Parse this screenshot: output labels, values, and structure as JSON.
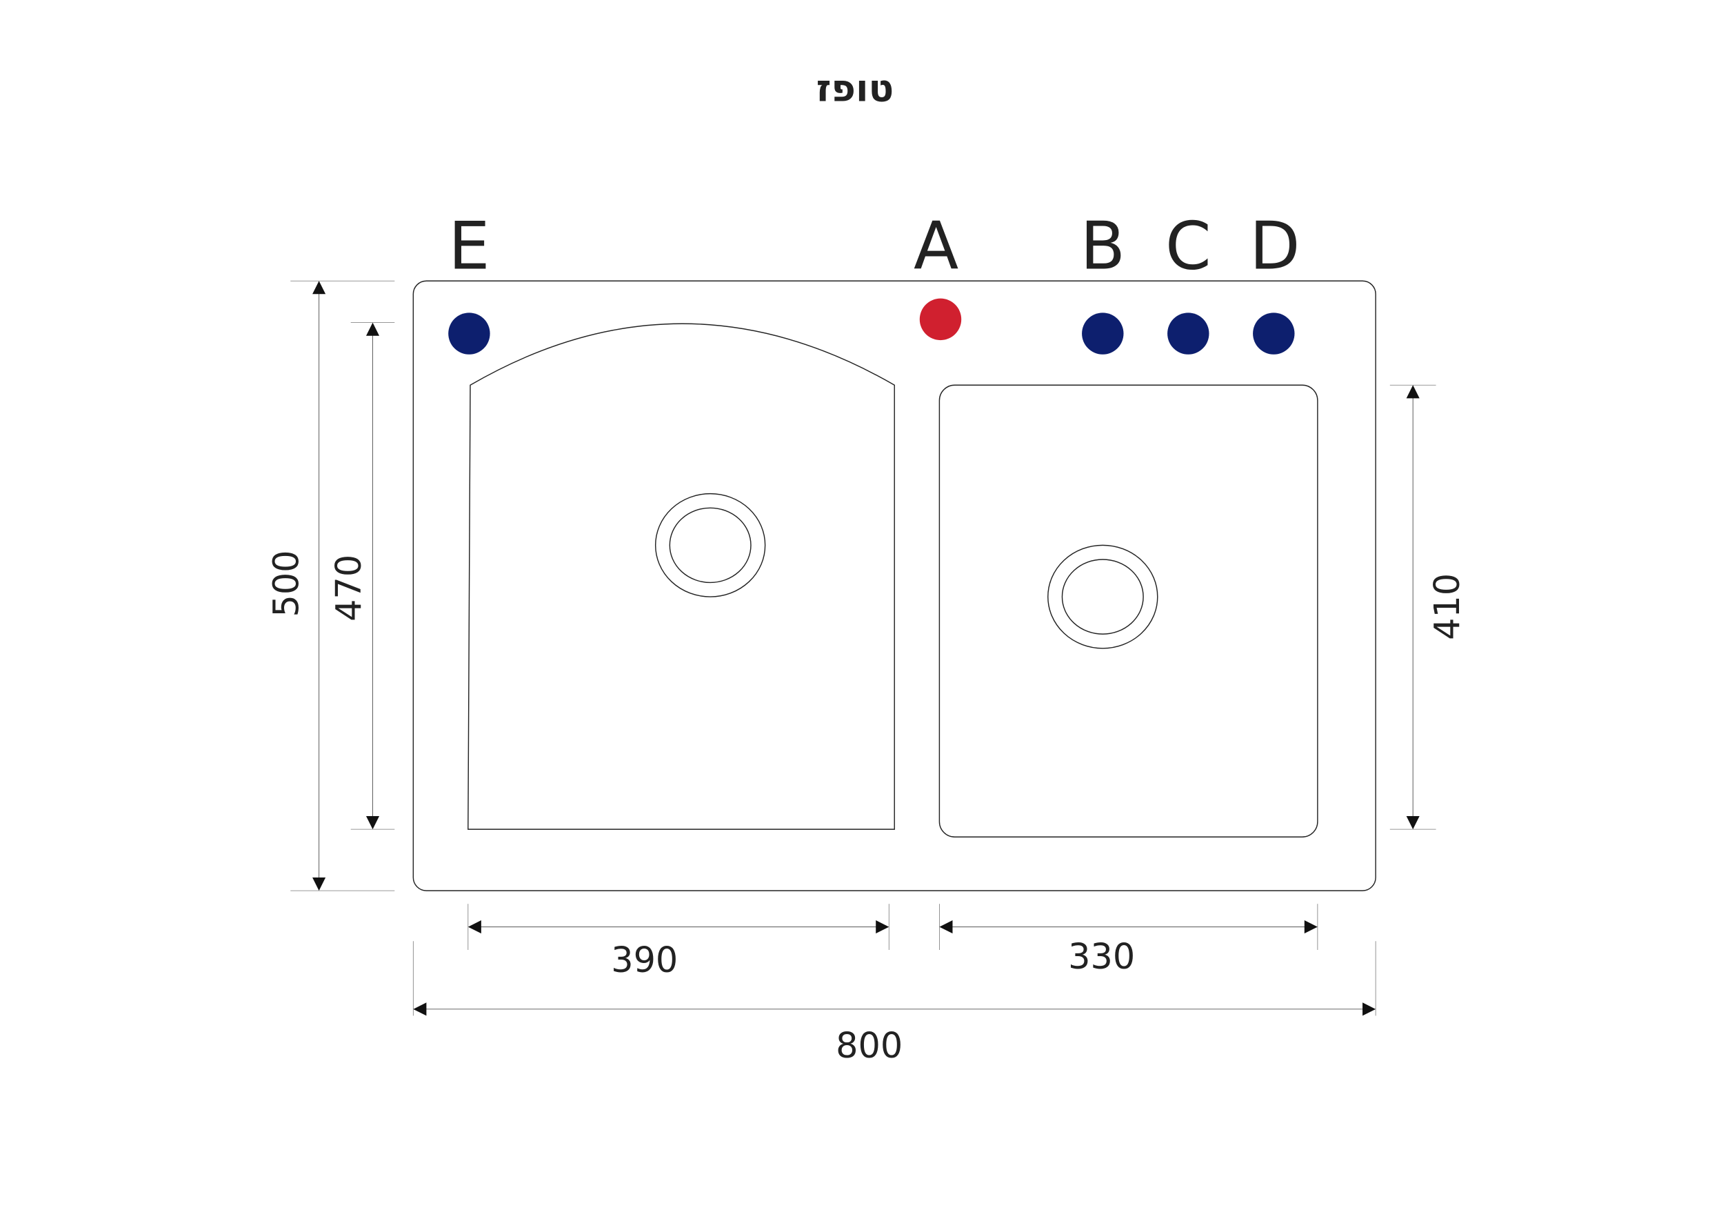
{
  "title": "טופז",
  "tap_holes": [
    {
      "label": "E",
      "color": "#0d1f6e"
    },
    {
      "label": "A",
      "color": "#d0202f"
    },
    {
      "label": "B",
      "color": "#0d1f6e"
    },
    {
      "label": "C",
      "color": "#0d1f6e"
    },
    {
      "label": "D",
      "color": "#0d1f6e"
    }
  ],
  "dimensions": {
    "total_depth": "500",
    "left_bowl_depth": "470",
    "right_bowl_depth": "410",
    "left_bowl_width": "390",
    "right_bowl_width": "330",
    "total_width": "800"
  }
}
